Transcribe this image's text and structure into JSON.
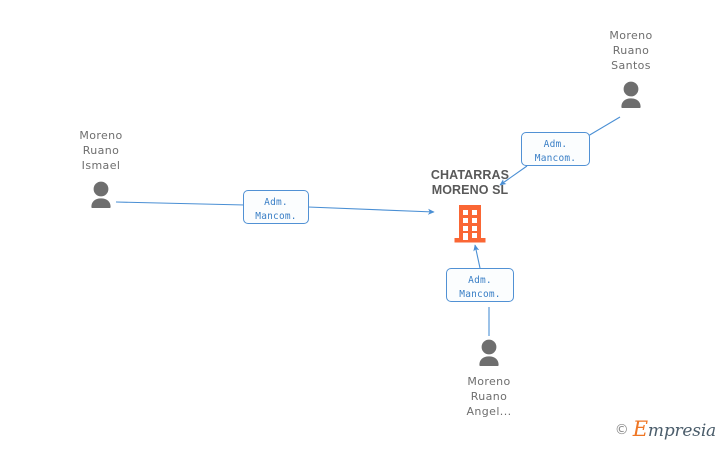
{
  "diagram": {
    "type": "org-relations-graph",
    "company": {
      "name": "CHATARRAS\nMORENO SL",
      "icon": "building-icon",
      "color": "#fa6634"
    },
    "persons": [
      {
        "id": "ismael",
        "name": "Moreno\nRuano\nIsmael",
        "icon": "person-icon",
        "color": "#6e6e6e",
        "position": "left"
      },
      {
        "id": "santos",
        "name": "Moreno\nRuano\nSantos",
        "icon": "person-icon",
        "color": "#6e6e6e",
        "position": "top-right"
      },
      {
        "id": "angel",
        "name": "Moreno\nRuano\nAngel...",
        "icon": "person-icon",
        "color": "#6e6e6e",
        "position": "bottom"
      }
    ],
    "edges": [
      {
        "id": "edge-ismael",
        "from": "ismael",
        "to": "company",
        "label": "Adm.\nMancom."
      },
      {
        "id": "edge-santos",
        "from": "santos",
        "to": "company",
        "label": "Adm.\nMancom."
      },
      {
        "id": "edge-angel",
        "from": "angel",
        "to": "company",
        "label": "Adm.\nMancom."
      }
    ],
    "edge_color": "#4a8fd4"
  },
  "watermark": {
    "copyright": "©",
    "cap": "E",
    "rest": "mpresia"
  }
}
